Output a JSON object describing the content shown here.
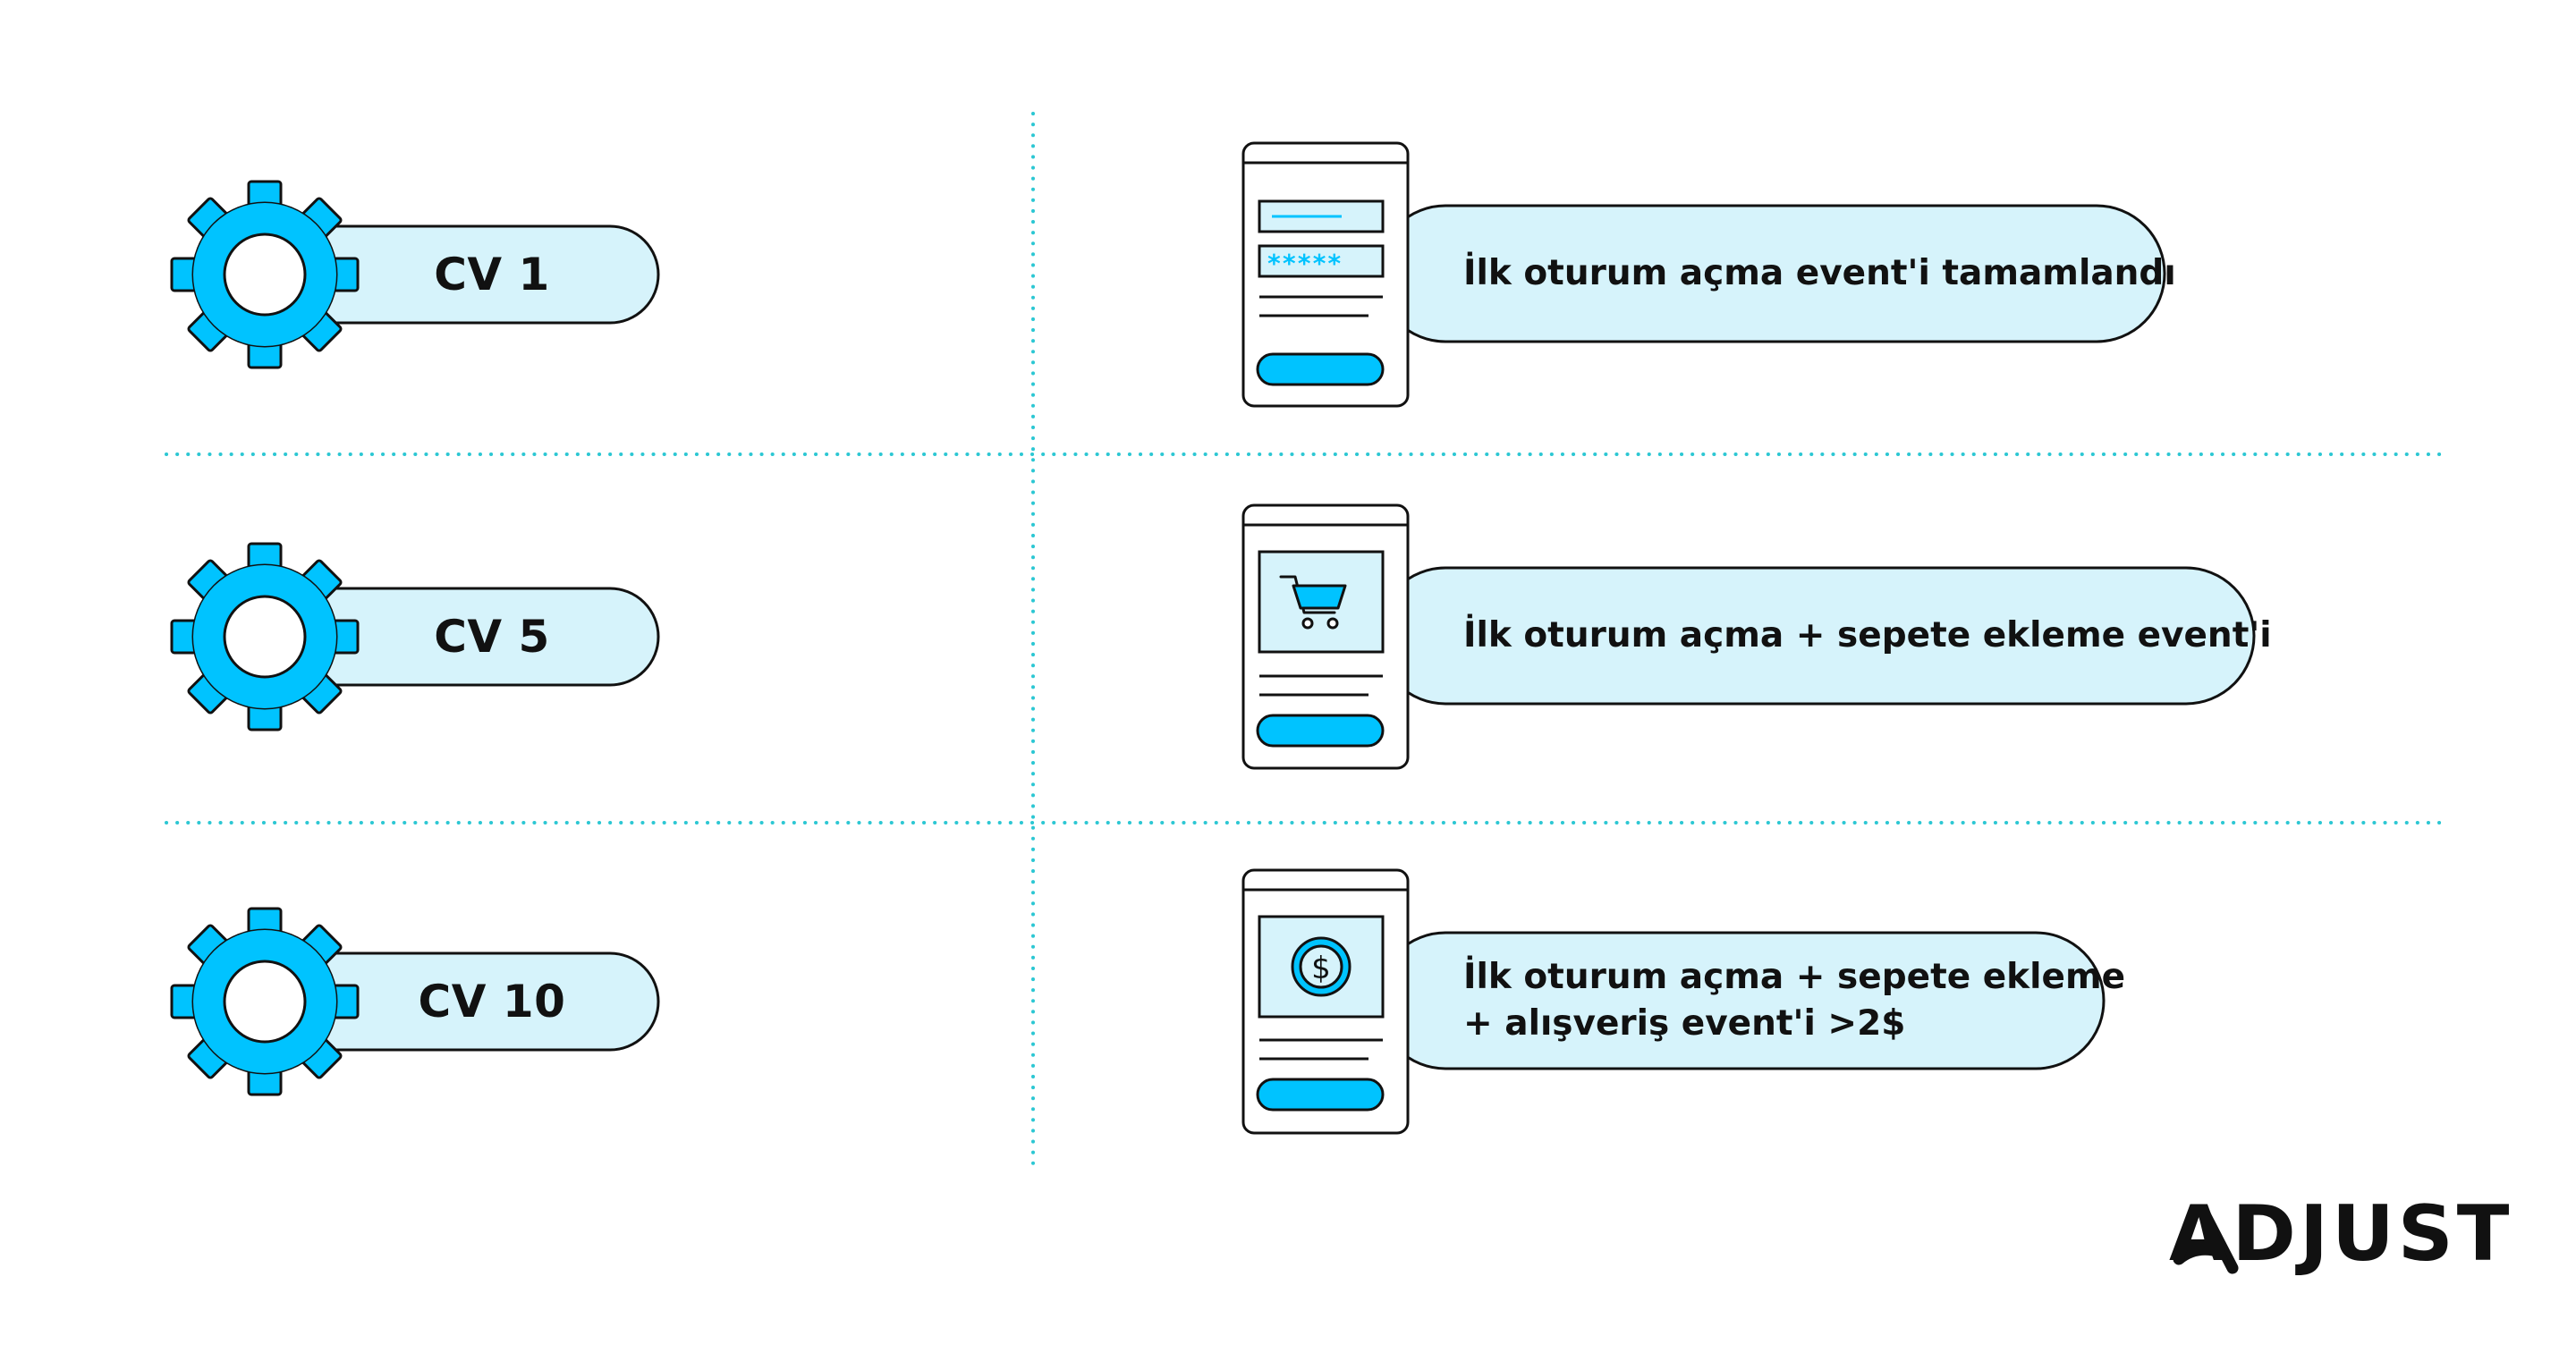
{
  "colors": {
    "accent": "#00c3ff",
    "pill_fill": "#d6f3fb",
    "outline": "#111111",
    "divider": "#2cc7d3"
  },
  "rows": [
    {
      "cv_label": "CV 1",
      "event_lines": [
        "İlk oturum açma event'i tamamlandı"
      ],
      "phone_icon": "login-form-icon",
      "password_mask": "*****"
    },
    {
      "cv_label": "CV 5",
      "event_lines": [
        "İlk oturum açma + sepete ekleme event'i"
      ],
      "phone_icon": "shopping-cart-icon"
    },
    {
      "cv_label": "CV 10",
      "event_lines": [
        "İlk oturum açma + sepete ekleme",
        "+ alışveriş event'i >2$"
      ],
      "phone_icon": "dollar-coin-icon",
      "coin_symbol": "$"
    }
  ],
  "logo": {
    "text": "ADJUST"
  }
}
